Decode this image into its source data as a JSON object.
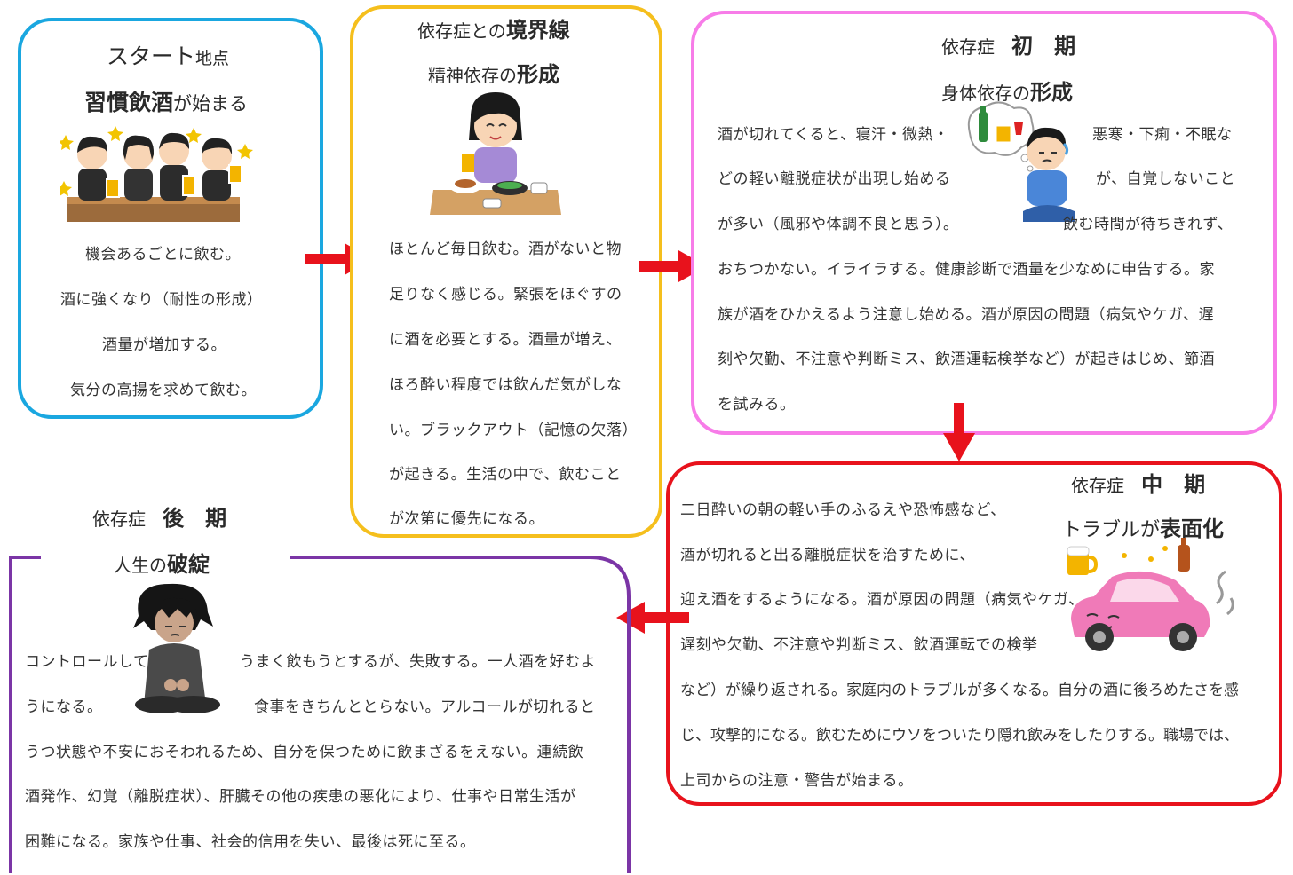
{
  "colors": {
    "start": "#1aa7e0",
    "boundary": "#f5bf1d",
    "early": "#f77ce8",
    "middle": "#e8121c",
    "late": "#7b35a6",
    "arrow": "#e8121c"
  },
  "start": {
    "title_a": "スタート",
    "title_b": "地点",
    "subtitle_a": "習慣飲酒",
    "subtitle_b": "が始まる",
    "lines": [
      "機会あるごとに飲む。",
      "酒に強くなり（耐性の形成）",
      "酒量が増加する。",
      "気分の高揚を求めて飲む。"
    ]
  },
  "boundary": {
    "title_a": "依存症との",
    "title_b": "境界線",
    "subtitle_a": "精神依存の",
    "subtitle_b": "形成",
    "lines": [
      "ほとんど毎日飲む。酒がないと物",
      "足りなく感じる。緊張をほぐすの",
      "に酒を必要とする。酒量が増え、",
      "ほろ酔い程度では飲んだ気がしな",
      "い。ブラックアウト（記憶の欠落）",
      "が起きる。生活の中で、飲むこと",
      "が次第に優先になる。"
    ]
  },
  "early": {
    "title_a": "依存症",
    "title_b": "初　期",
    "subtitle_a": "身体依存の",
    "subtitle_b": "形成",
    "l1a": "酒が切れてくると、寝汗・微熱・",
    "l1b": "悪寒・下痢・不眠な",
    "l2a": "どの軽い離脱症状が出現し始める",
    "l2b": "が、自覚しないこと",
    "l3a": "が多い（風邪や体調不良と思う）。",
    "l3b": "飲む時間が待ちきれず、",
    "lines": [
      "おちつかない。イライラする。健康診断で酒量を少なめに申告する。家",
      "族が酒をひかえるよう注意し始める。酒が原因の問題（病気やケガ、遅",
      "刻や欠勤、不注意や判断ミス、飲酒運転検挙など）が起きはじめ、節酒",
      "を試みる。"
    ]
  },
  "middle": {
    "title_a": "依存症",
    "title_b": "中　期",
    "subtitle_a": "トラブルが",
    "subtitle_b": "表面化",
    "lines": [
      "二日酔いの朝の軽い手のふるえや恐怖感など、",
      "酒が切れると出る離脱症状を治すために、",
      "迎え酒をするようになる。酒が原因の問題（病気やケガ、",
      "遅刻や欠勤、不注意や判断ミス、飲酒運転での検挙",
      "など）が繰り返される。家庭内のトラブルが多くなる。自分の酒に後ろめたさを感",
      "じ、攻撃的になる。飲むためにウソをついたり隠れ飲みをしたりする。職場では、",
      "上司からの注意・警告が始まる。"
    ]
  },
  "late": {
    "title_a": "依存症",
    "title_b": "後　期",
    "subtitle_a": "人生の",
    "subtitle_b": "破綻",
    "l1a": "コントロールして",
    "l1b": "うまく飲もうとするが、失敗する。一人酒を好むよ",
    "l2a": "うになる。",
    "l2b": "食事をきちんととらない。アルコールが切れると",
    "lines": [
      "うつ状態や不安におそわれるため、自分を保つために飲まざるをえない。連続飲",
      "酒発作、幻覚（離脱症状）、肝臓その他の疾患の悪化により、仕事や日常生活が",
      "困難になる。家族や仕事、社会的信用を失い、最後は死に至る。"
    ]
  }
}
